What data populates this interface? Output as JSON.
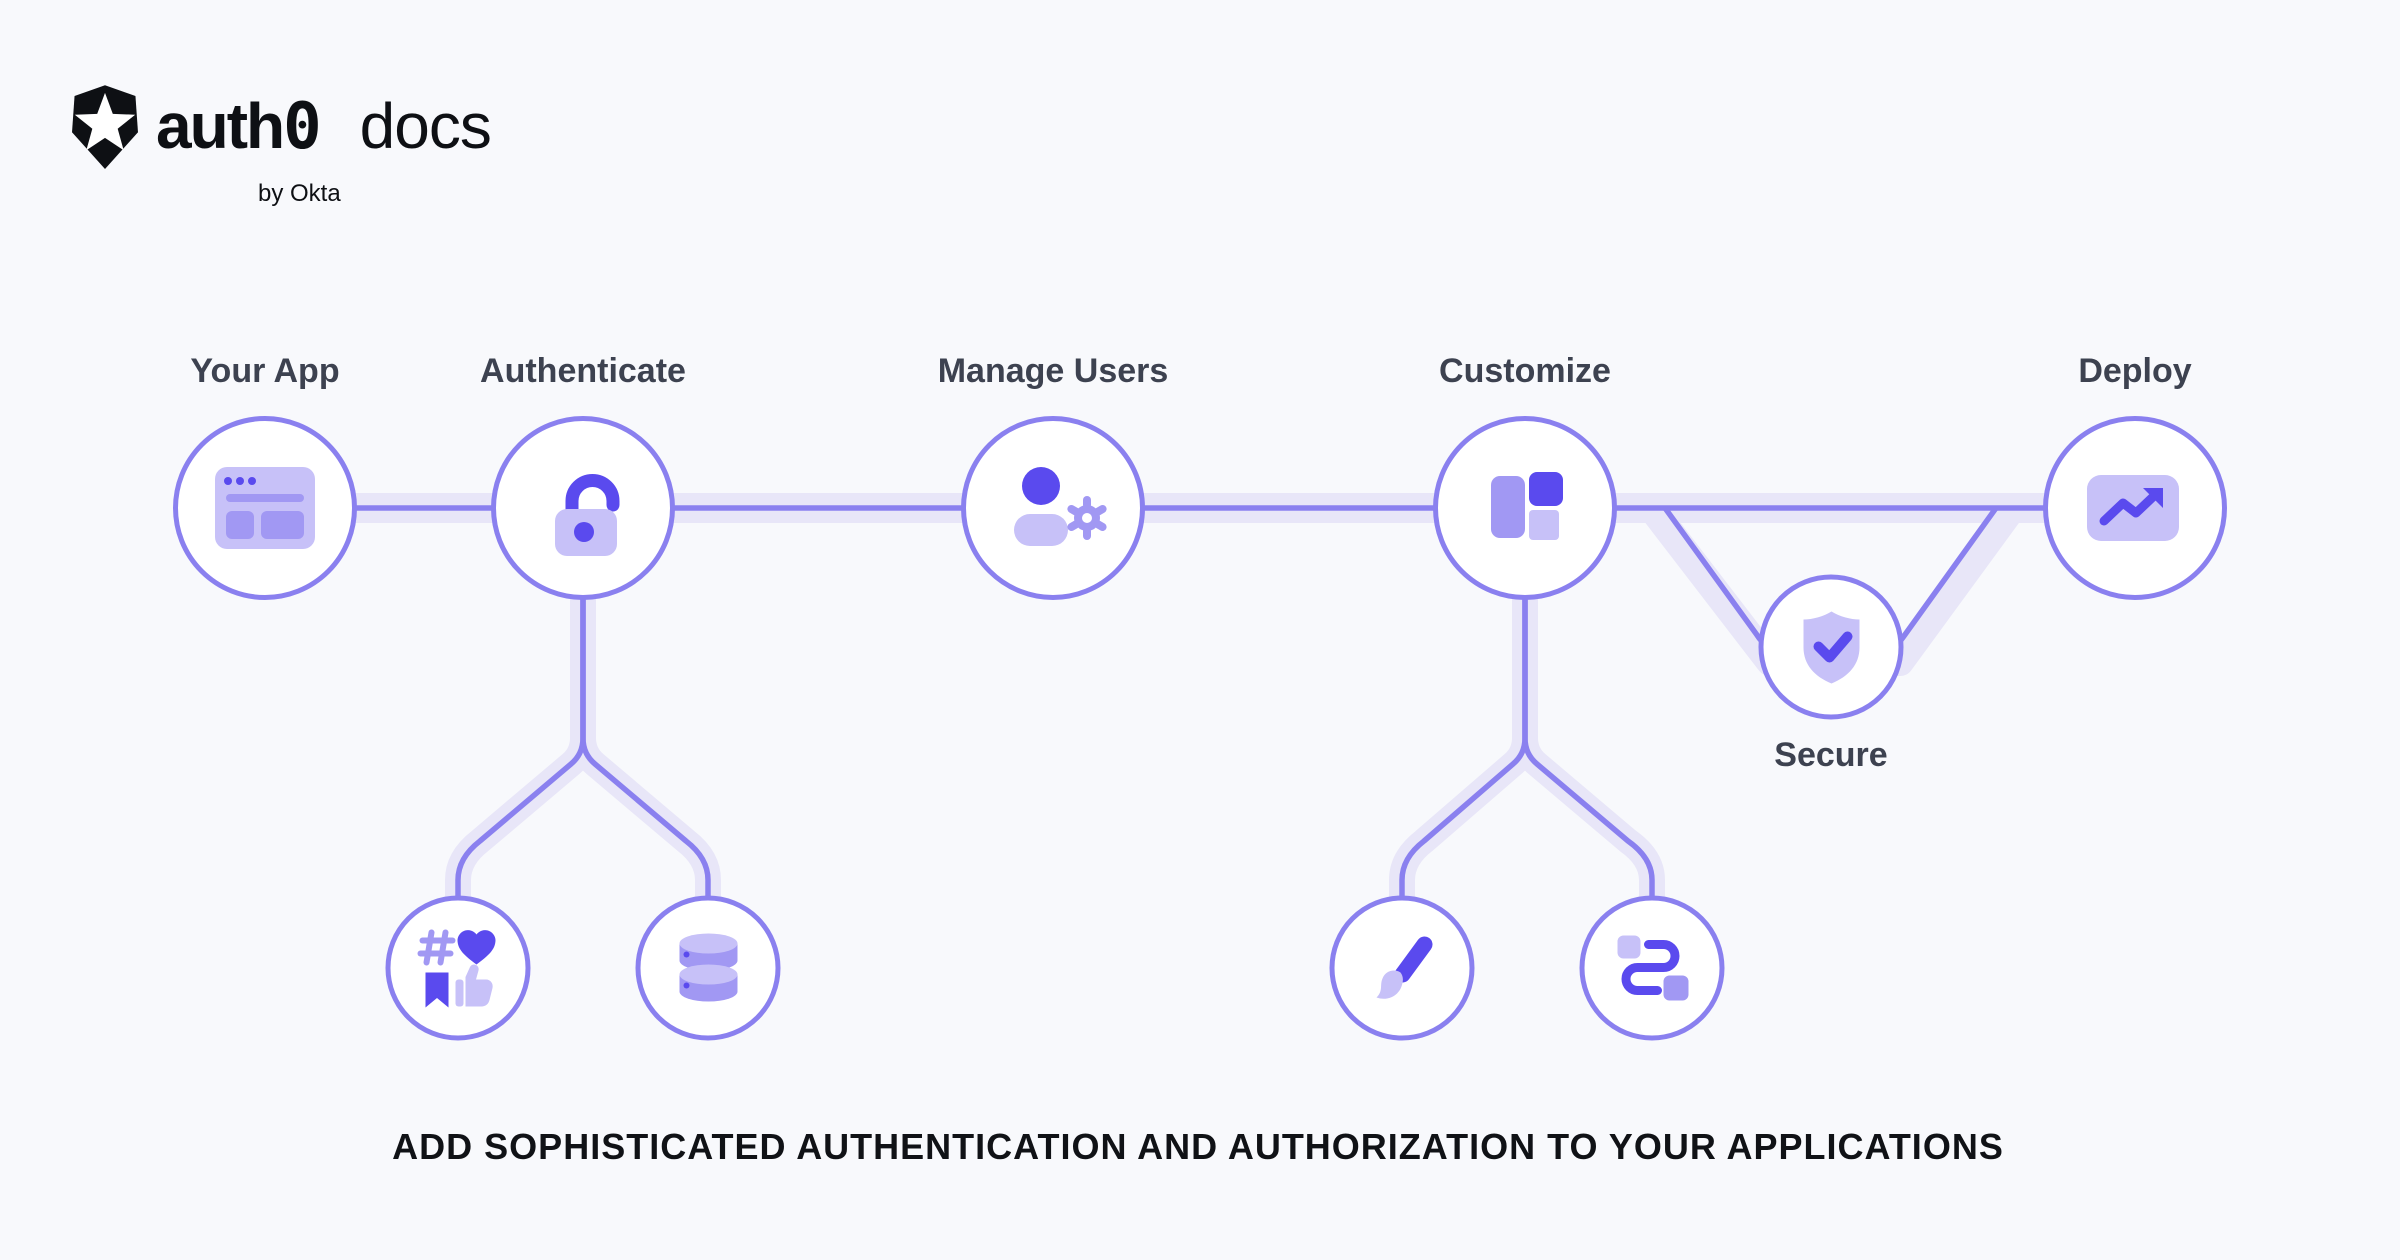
{
  "logo": {
    "brand": "auth",
    "brand_zero": "0",
    "product": "docs",
    "byline": "by Okta",
    "mark": "auth0-shield-star-icon"
  },
  "flow": {
    "your_app": {
      "label": "Your App",
      "icon": "browser-window-icon"
    },
    "authenticate": {
      "label": "Authenticate",
      "icon": "open-padlock-icon"
    },
    "manage_users": {
      "label": "Manage Users",
      "icon": "user-gear-icon"
    },
    "customize": {
      "label": "Customize",
      "icon": "layout-blocks-icon"
    },
    "deploy": {
      "label": "Deploy",
      "icon": "trending-up-chart-icon"
    },
    "secure": {
      "label": "Secure",
      "icon": "shield-check-icon"
    },
    "authenticate_children": [
      {
        "icon": "social-engagement-icons"
      },
      {
        "icon": "database-icon"
      }
    ],
    "customize_children": [
      {
        "icon": "paintbrush-icon"
      },
      {
        "icon": "route-flow-icon"
      }
    ]
  },
  "tagline": "ADD SOPHISTICATED AUTHENTICATION AND AUTHORIZATION TO YOUR APPLICATIONS",
  "colors": {
    "background": "#f8f9fc",
    "accent": "#8a80ef",
    "band": "#e8e6f8",
    "icon_dark": "#5a4aee",
    "icon_medium": "#a198f3",
    "icon_light": "#c7c1f8",
    "node_fill": "#ffffff",
    "label": "#3d4250",
    "text": "#101216",
    "logo": "#0e1014"
  }
}
